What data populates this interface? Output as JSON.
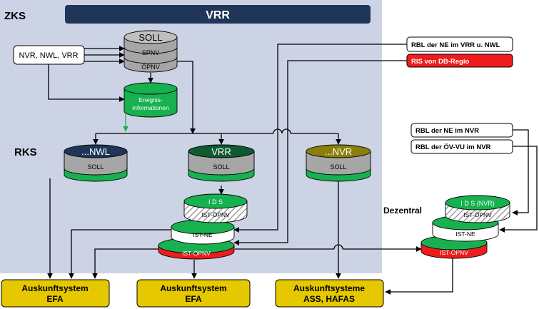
{
  "zones": {
    "zks": "ZKS",
    "rks": "RKS",
    "dezentral": "Dezentral"
  },
  "header": {
    "title": "VRR"
  },
  "sources": {
    "nvr_nwl_vrr": "NVR, NWL, VRR",
    "rbl_vrr_nwl": "RBL der NE im VRR u. NWL",
    "ris_db": "RIS von DB-Regio",
    "rbl_ne_nvr": "RBL der NE im NVR",
    "rbl_oevvu_nvr": "RBL der ÖV-VU im NVR"
  },
  "soll_db": {
    "title": "SOLL",
    "spnv": "SPNV",
    "oepnv": "ÖPNV"
  },
  "ereignis": {
    "line1": "Ereignis-",
    "line2": "informationen"
  },
  "rks_dbs": {
    "nwl": {
      "title": "...NWL",
      "sub": "SOLL"
    },
    "vrr": {
      "title": "VRR",
      "sub": "SOLL"
    },
    "nvr": {
      "title": "...NVR",
      "sub": "SOLL"
    }
  },
  "ids_vrr": {
    "title": "I D S",
    "ist_oepnv": "IST-ÖPNV",
    "ist_ne": "IST-NE",
    "ist_oepnv_red": "IST-ÖPNV"
  },
  "ids_nvr": {
    "title": "I D S (NVR)",
    "ist_oepnv": "IST-ÖPNV",
    "ist_ne": "IST-NE",
    "ist_oepnv_red": "IST-ÖPNV"
  },
  "outputs": {
    "efa1": {
      "line1": "Auskunftsystem",
      "line2": "EFA"
    },
    "efa2": {
      "line1": "Auskunftsystem",
      "line2": "EFA"
    },
    "ass": {
      "line1": "Auskunftsysteme",
      "line2": "ASS, HAFAS"
    }
  },
  "colors": {
    "panel": "#ccd3e5",
    "header": "#1f3659",
    "gray": "#a6a6a6",
    "green": "#17b150",
    "red": "#ee1c1c",
    "nwl": "#1f3659",
    "vrr_dark": "#0f5a30",
    "nvr_olive": "#8a7f0b",
    "output": "#e5c800"
  }
}
